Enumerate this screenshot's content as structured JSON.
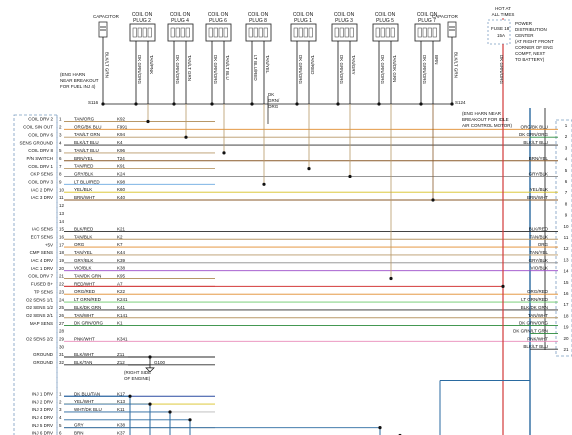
{
  "colors": {
    "background": "#ffffff",
    "ink": "#111111",
    "dashed_box": "#7a9cc0",
    "connector": "#333333",
    "rail": "#2a6aa0",
    "red_hot": "#d23a3a"
  },
  "capacitors": [
    {
      "title": "CAPACITOR",
      "wire": "BLK/LT GRN"
    },
    {
      "title": "CAPACITOR",
      "wire": "BLK/LT GRN"
    }
  ],
  "plugs": [
    {
      "title": "COIL ON PLUG 2",
      "wires": [
        "DK GRN/ORG",
        "TAN/PNK"
      ]
    },
    {
      "title": "COIL ON PLUG 4",
      "wires": [
        "DK GRN/ORG",
        "TAN/LT GRN"
      ]
    },
    {
      "title": "COIL ON PLUG 6",
      "wires": [
        "DK GRN/ORG",
        "TAN/LT BLU"
      ]
    },
    {
      "title": "COIL ON PLUG 8",
      "wires": [
        "LT BLU/RED",
        "TAN/YEL"
      ]
    },
    {
      "title": "COIL ON PLUG 1",
      "wires": [
        "DK GRN/ORG",
        "TAN/RED"
      ]
    },
    {
      "title": "COIL ON PLUG 3",
      "wires": [
        "DK GRN/ORG",
        "TAN/GRY"
      ]
    },
    {
      "title": "COIL ON PLUG 5",
      "wires": [
        "DK GRN/ORG",
        "TAN/DK GRN"
      ]
    },
    {
      "title": "COIL ON PLUG 7",
      "wires": [
        "DK GRN/ORG",
        "BRN"
      ]
    }
  ],
  "hot_at_all_times": "HOT AT ALL TIMES",
  "fuse": {
    "name": "FUSE 18",
    "rating": "15A"
  },
  "pdc_note": [
    "POWER",
    "DISTRIBUTION",
    "CENTER",
    "(AT RIGHT FRONT",
    "CORNER OF ENG",
    "COMPT, NEXT",
    "TO BATTERY)"
  ],
  "pdc_wire": "DK GRN/ORG",
  "splice_left": {
    "id": "S116",
    "note": [
      "(ENG HARN",
      "NEAR BREAKOUT",
      "FOR FUEL INJ 4)"
    ]
  },
  "splice_right": {
    "id": "S124",
    "note": [
      "(ENG HARN NEAR",
      "BREAKOUT FOR IDLE",
      "AIR CONTROL MOTOR)"
    ]
  },
  "junction_wire": [
    "DK",
    "GRN/",
    "ORG"
  ],
  "ground": {
    "id": "G100",
    "note": [
      "(RIGHT SIDE",
      "OF ENGINE)"
    ]
  },
  "rows": [
    {
      "pin": "1",
      "func": "COIL DRV 2",
      "color": "TAN/ORG",
      "circ": "K92",
      "right": ""
    },
    {
      "pin": "2",
      "func": "COIL SIN OUT",
      "color": "ORG/BK BLU",
      "circ": "F991",
      "right": "ORG/BK BLU"
    },
    {
      "pin": "3",
      "func": "COIL DRV 6",
      "color": "TAN/LT GRN",
      "circ": "K94",
      "right": "DK GRN/ORG"
    },
    {
      "pin": "4",
      "func": "SENS GROUND",
      "color": "BLK/LT BLU",
      "circ": "K4",
      "right": "BLK/LT BLU"
    },
    {
      "pin": "5",
      "func": "COIL DRV 8",
      "color": "TAN/LT BLU",
      "circ": "K96",
      "right": ""
    },
    {
      "pin": "6",
      "func": "P/N SWITCH",
      "color": "BRN/YEL",
      "circ": "T24",
      "right": "BRN/YEL"
    },
    {
      "pin": "7",
      "func": "COIL DRV 1",
      "color": "TAN/RED",
      "circ": "K91",
      "right": ""
    },
    {
      "pin": "8",
      "func": "CKP SENS",
      "color": "GRY/BLK",
      "circ": "K24",
      "right": "GRY/BLK"
    },
    {
      "pin": "9",
      "func": "COIL DRV 3",
      "color": "LT BLU/RED",
      "circ": "K98",
      "right": ""
    },
    {
      "pin": "10",
      "func": "IAC 2 DRV",
      "color": "YEL/BLK",
      "circ": "K60",
      "right": "YEL/BLK"
    },
    {
      "pin": "11",
      "func": "IAC 3 DRV",
      "color": "BRN/WHT",
      "circ": "K40",
      "right": "BRN/WHT"
    },
    {
      "pin": "12",
      "func": "",
      "color": "",
      "circ": "",
      "right": ""
    },
    {
      "pin": "13",
      "func": "",
      "color": "",
      "circ": "",
      "right": ""
    },
    {
      "pin": "14",
      "func": "",
      "color": "",
      "circ": "",
      "right": ""
    },
    {
      "pin": "15",
      "func": "IAC SENS",
      "color": "BLK/RED",
      "circ": "K21",
      "right": "BLK/RED"
    },
    {
      "pin": "16",
      "func": "ECT SENS",
      "color": "TAN/BLK",
      "circ": "K2",
      "right": "TAN/BLK"
    },
    {
      "pin": "17",
      "func": "+5V",
      "color": "ORG",
      "circ": "K7",
      "right": "ORG"
    },
    {
      "pin": "18",
      "func": "CMP SENS",
      "color": "TAN/YEL",
      "circ": "K44",
      "right": "TAN/YEL"
    },
    {
      "pin": "19",
      "func": "IAC 4 DRV",
      "color": "GRY/BLK",
      "circ": "K39",
      "right": "GRY/BLK"
    },
    {
      "pin": "20",
      "func": "IAC 1 DRV",
      "color": "VIO/BLK",
      "circ": "K38",
      "right": "VIO/BLK"
    },
    {
      "pin": "21",
      "func": "COIL DRV 7",
      "color": "TAN/DK GRN",
      "circ": "K95",
      "right": ""
    },
    {
      "pin": "22",
      "func": "FUSED B+",
      "color": "RED/WHT",
      "circ": "A7",
      "right": ""
    },
    {
      "pin": "23",
      "func": "TP SENS",
      "color": "ORG/RED",
      "circ": "K22",
      "right": "ORG/RED"
    },
    {
      "pin": "24",
      "func": "O2 SENS 1/1",
      "color": "LT GRN/RED",
      "circ": "K241",
      "right": "LT GRN/RED"
    },
    {
      "pin": "25",
      "func": "O2 SENS 1/2",
      "color": "BLK/DK GRN",
      "circ": "K41",
      "right": "BLK/DK GRN"
    },
    {
      "pin": "26",
      "func": "O2 SENS 2/1",
      "color": "TAN/WHT",
      "circ": "K141",
      "right": "TAN/WHT"
    },
    {
      "pin": "27",
      "func": "MAP SENS",
      "color": "DK GRN/ORG",
      "circ": "K1",
      "right": "DK GRN/ORG"
    },
    {
      "pin": "28",
      "func": "",
      "color": "",
      "circ": "",
      "right": "DK GRN/LT GRN"
    },
    {
      "pin": "29",
      "func": "O2 SENS 2/2",
      "color": "PNK/WHT",
      "circ": "K341",
      "right": "PNK/WHT"
    },
    {
      "pin": "30",
      "func": "",
      "color": "",
      "circ": "",
      "right": "BLK/LT BLU"
    },
    {
      "pin": "31",
      "func": "GROUND",
      "color": "BLK/WHT",
      "circ": "Z11",
      "right": ""
    },
    {
      "pin": "32",
      "func": "GROUND",
      "color": "BLK/TAN",
      "circ": "Z12",
      "right": ""
    },
    {
      "pin": "",
      "func": "",
      "color": "",
      "circ": "",
      "right": ""
    },
    {
      "pin": "",
      "func": "",
      "color": "",
      "circ": "",
      "right": ""
    },
    {
      "pin": "",
      "func": "",
      "color": "",
      "circ": "",
      "right": ""
    },
    {
      "pin": "1",
      "func": "INJ 1 DRV",
      "color": "DK BLU/TAN",
      "circ": "K17",
      "right": ""
    },
    {
      "pin": "2",
      "func": "INJ 2 DRV",
      "color": "YEL/WHT",
      "circ": "K13",
      "right": ""
    },
    {
      "pin": "3",
      "func": "INJ 3 DRV",
      "color": "WHT/DK BLU",
      "circ": "K11",
      "right": ""
    },
    {
      "pin": "4",
      "func": "INJ 4 DRV",
      "color": "",
      "circ": "",
      "right": ""
    },
    {
      "pin": "5",
      "func": "INJ 5 DRV",
      "color": "GRY",
      "circ": "K38",
      "right": ""
    },
    {
      "pin": "6",
      "func": "INJ 6 DRV",
      "color": "BRN",
      "circ": "K37",
      "right": ""
    }
  ],
  "right_pins": [
    "1",
    "2",
    "3",
    "4",
    "5",
    "6",
    "7",
    "8",
    "9",
    "10",
    "11",
    "12",
    "13",
    "14",
    "15",
    "16",
    "17",
    "18",
    "19",
    "20",
    "21"
  ]
}
